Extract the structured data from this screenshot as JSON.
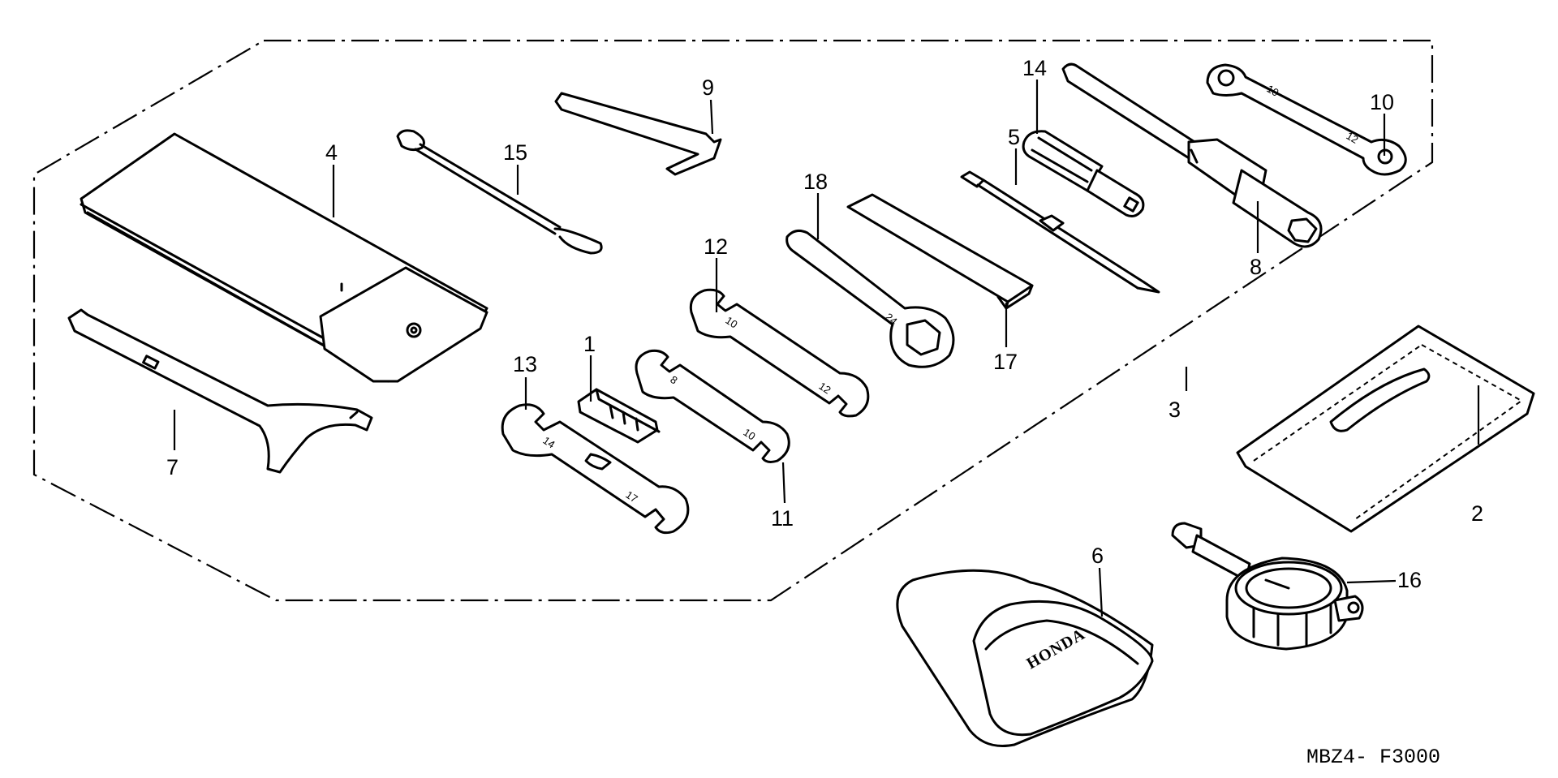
{
  "diagram": {
    "drawing_code": "MBZ4- F3000",
    "callouts": [
      {
        "id": "c1",
        "label": "1"
      },
      {
        "id": "c2",
        "label": "2"
      },
      {
        "id": "c3",
        "label": "3"
      },
      {
        "id": "c4",
        "label": "4"
      },
      {
        "id": "c5",
        "label": "5"
      },
      {
        "id": "c6",
        "label": "6"
      },
      {
        "id": "c7",
        "label": "7"
      },
      {
        "id": "c8",
        "label": "8"
      },
      {
        "id": "c9",
        "label": "9"
      },
      {
        "id": "c10",
        "label": "10"
      },
      {
        "id": "c11",
        "label": "11"
      },
      {
        "id": "c12",
        "label": "12"
      },
      {
        "id": "c13",
        "label": "13"
      },
      {
        "id": "c14",
        "label": "14"
      },
      {
        "id": "c15",
        "label": "15"
      },
      {
        "id": "c16",
        "label": "16"
      },
      {
        "id": "c17",
        "label": "17"
      },
      {
        "id": "c18",
        "label": "18"
      }
    ],
    "wrench_marks": {
      "w13_a": "14",
      "w13_b": "17",
      "w11_a": "8",
      "w11_b": "10",
      "w12_a": "10",
      "w12_b": "12",
      "w18": "24",
      "w10_a": "10",
      "w10_b": "12"
    },
    "pouch_brand": "HONDA"
  }
}
